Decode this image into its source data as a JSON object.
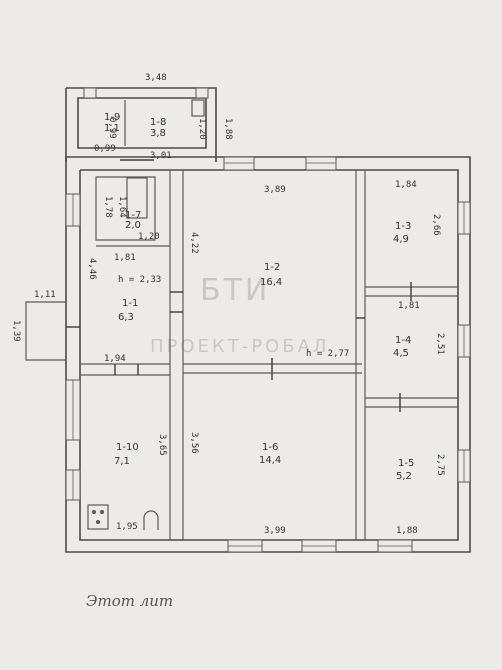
{
  "rooms": [
    {
      "id": "1-1",
      "area": "6,3"
    },
    {
      "id": "1-2",
      "area": "16,4"
    },
    {
      "id": "1-3",
      "area": "4,9"
    },
    {
      "id": "1-4",
      "area": "4,5"
    },
    {
      "id": "1-5",
      "area": "5,2"
    },
    {
      "id": "1-6",
      "area": "14,4"
    },
    {
      "id": "1-7",
      "area": "2,0"
    },
    {
      "id": "1-8",
      "area": "3,8"
    },
    {
      "id": "1-9",
      "area": "1,1"
    },
    {
      "id": "1-10",
      "area": "7,1"
    }
  ],
  "dimensions": {
    "top_annex": "3,48",
    "annex_bottom": "3,01",
    "annex_side": "1,88",
    "wc_height": "0,99",
    "wc_side": "1,20",
    "wc_bottom": "0,99",
    "bath_height": "1,78",
    "bath_inner": "1,64",
    "bath_width": "1,20",
    "bath_bottom": "1,81",
    "hall_left": "4,46",
    "hall_bottom": "1,94",
    "room2_top": "3,89",
    "room2_left": "4,22",
    "room3_top": "1,84",
    "room3_right": "2,66",
    "room4_top": "1,81",
    "room4_right": "2,51",
    "room5_right": "2,75",
    "room5_bottom": "1,88",
    "room6_bottom": "3,99",
    "room6_left": "3,56",
    "kitchen_right": "3,65",
    "kitchen_bottom": "1,95",
    "porch_top": "1,11",
    "porch_side": "1,39",
    "ceiling_left": "h = 2,33",
    "ceiling_right": "h = 2,77"
  },
  "watermark_top": "БТИ",
  "watermark_bottom": "ПРОЕКТ-РОБАЛ",
  "handwritten_note": "Этот лит"
}
